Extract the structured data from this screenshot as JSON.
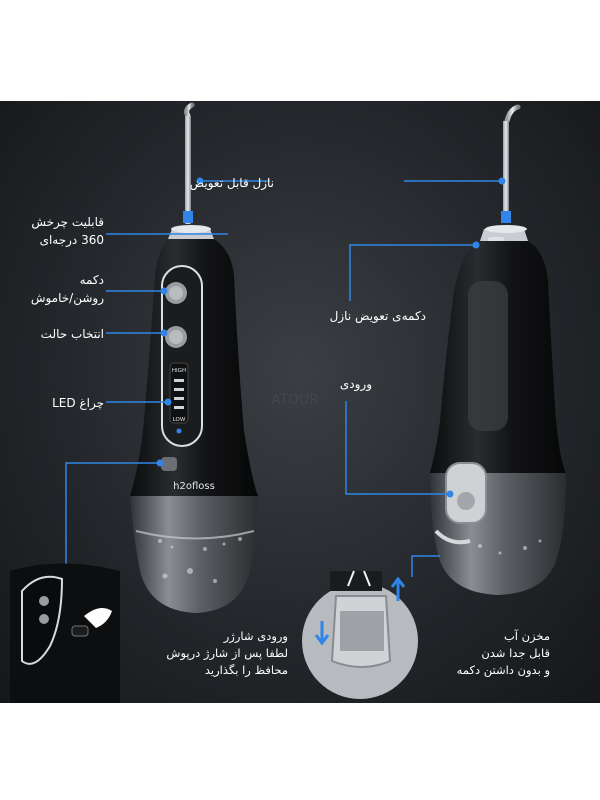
{
  "labels": {
    "replaceable_nozzle": "نازل قابل تعویض",
    "rotation_line1": "قابلیت چرخش",
    "rotation_line2": "360 درجه‌ای",
    "power_line1": "دکمه",
    "power_line2": "روشن/خاموش",
    "mode_select": "انتخاب حالت",
    "led": "چراغ LED",
    "nozzle_release": "دکمه‌ی تعویض نازل",
    "inlet": "ورودی",
    "charge_line1": "ورودی شارژر",
    "charge_line2": "لطفا پس از شارژ درپوش",
    "charge_line3": "محافظ را بگذارید",
    "tank_line1": "مخزن آب",
    "tank_line2": "قابل جدا شدن",
    "tank_line3": "و بدون داشتن دکمه"
  },
  "device": {
    "brand": "h2ofloss",
    "mode_high": "HIGH",
    "mode_low": "LOW"
  },
  "colors": {
    "accent_blue": "#2f86e8",
    "background": "#24272b",
    "body_black": "#121315",
    "tank_grey": "#6c7074"
  }
}
